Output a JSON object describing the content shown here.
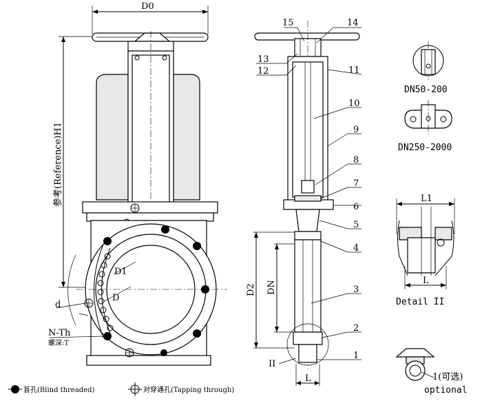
{
  "dimensions": {
    "d0": "D0",
    "h1": "参考(Reference)H1",
    "d1": "D1",
    "d": "D",
    "small_d": "d",
    "nth": "N-Th",
    "thread_depth": "螺深:T",
    "d2": "D2",
    "dn": "DN",
    "l": "L",
    "l1": "L1",
    "detail_l": "L",
    "ii": "II"
  },
  "part_numbers": [
    "1",
    "2",
    "3",
    "4",
    "5",
    "6",
    "7",
    "8",
    "9",
    "10",
    "11",
    "12",
    "13",
    "14",
    "15"
  ],
  "detail": {
    "dn_small": "DN50-200",
    "dn_large": "DN250-2000",
    "detail_title": "Detail II",
    "optional_cn": "1(可选)",
    "optional_en": "optional"
  },
  "legend": {
    "blind": "盲孔(Blind threaded)",
    "tapping": "对穿通孔(Tapping through)"
  }
}
